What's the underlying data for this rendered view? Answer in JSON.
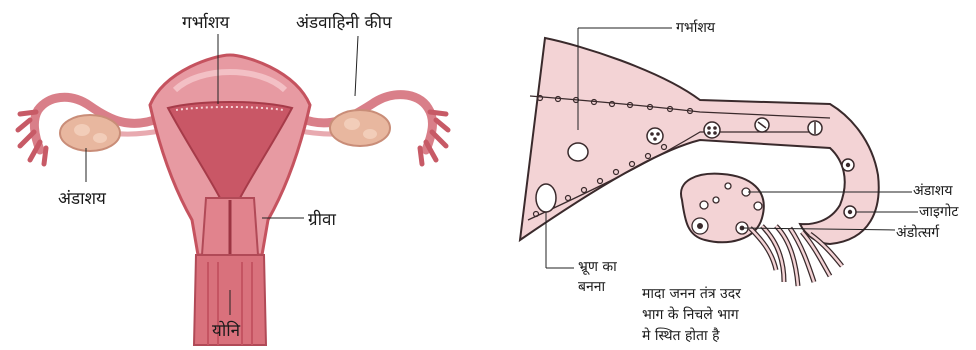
{
  "left_diagram": {
    "labels": {
      "uterus": "गर्भाशय",
      "oviduct_funnel": "अंडवाहिनी कीप",
      "ovary": "अंडाशय",
      "cervix": "ग्रीवा",
      "vagina": "योनि"
    }
  },
  "right_diagram": {
    "labels": {
      "uterus": "गर्भाशय",
      "ovary": "अंडाशय",
      "zygote": "जाइगोट",
      "ovulation": "अंडोत्सर्ग",
      "embryo_line1": "भ्रूण का",
      "embryo_line2": "बनना"
    },
    "note_lines": [
      "मादा जनन तंत्र उदर",
      "भाग के निचले भाग",
      "मे स्थित होता है"
    ]
  },
  "colors": {
    "tissue_pink": "#e79aa2",
    "tissue_dark": "#c5535f",
    "outline_pink": "#f2c6ca",
    "ovary_tan": "#e8b79f",
    "schematic_fill": "#f3d3d5",
    "outline_dark": "#3a2a2c"
  }
}
